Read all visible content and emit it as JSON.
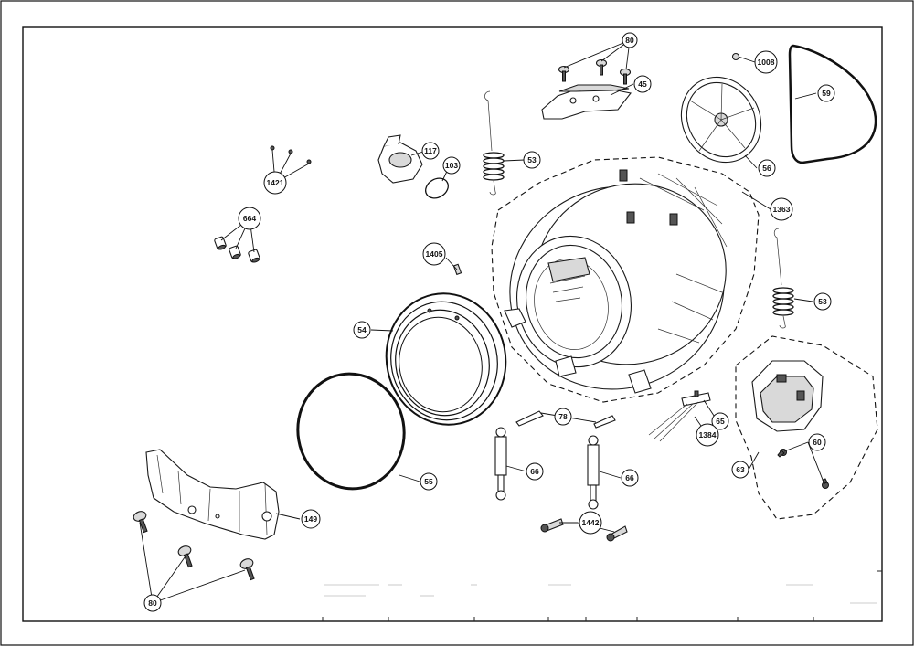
{
  "diagram": {
    "callouts": [
      {
        "id": "c80a",
        "label": "80"
      },
      {
        "id": "c1008",
        "label": "1008"
      },
      {
        "id": "c45",
        "label": "45"
      },
      {
        "id": "c59",
        "label": "59"
      },
      {
        "id": "c117",
        "label": "117"
      },
      {
        "id": "c53a",
        "label": "53"
      },
      {
        "id": "c103",
        "label": "103"
      },
      {
        "id": "c56",
        "label": "56"
      },
      {
        "id": "c1421",
        "label": "1421"
      },
      {
        "id": "c1363",
        "label": "1363"
      },
      {
        "id": "c664",
        "label": "664"
      },
      {
        "id": "c1405",
        "label": "1405"
      },
      {
        "id": "c53b",
        "label": "53"
      },
      {
        "id": "c54",
        "label": "54"
      },
      {
        "id": "c78",
        "label": "78"
      },
      {
        "id": "c65",
        "label": "65"
      },
      {
        "id": "c1384",
        "label": "1384"
      },
      {
        "id": "c60",
        "label": "60"
      },
      {
        "id": "c66a",
        "label": "66"
      },
      {
        "id": "c66b",
        "label": "66"
      },
      {
        "id": "c55",
        "label": "55"
      },
      {
        "id": "c63",
        "label": "63"
      },
      {
        "id": "c149",
        "label": "149"
      },
      {
        "id": "c1442",
        "label": "1442"
      },
      {
        "id": "c80b",
        "label": "80"
      }
    ]
  },
  "colors": {
    "line": "#111111",
    "part_fill": "#ffffff",
    "part_grey": "#d9d9d9"
  }
}
